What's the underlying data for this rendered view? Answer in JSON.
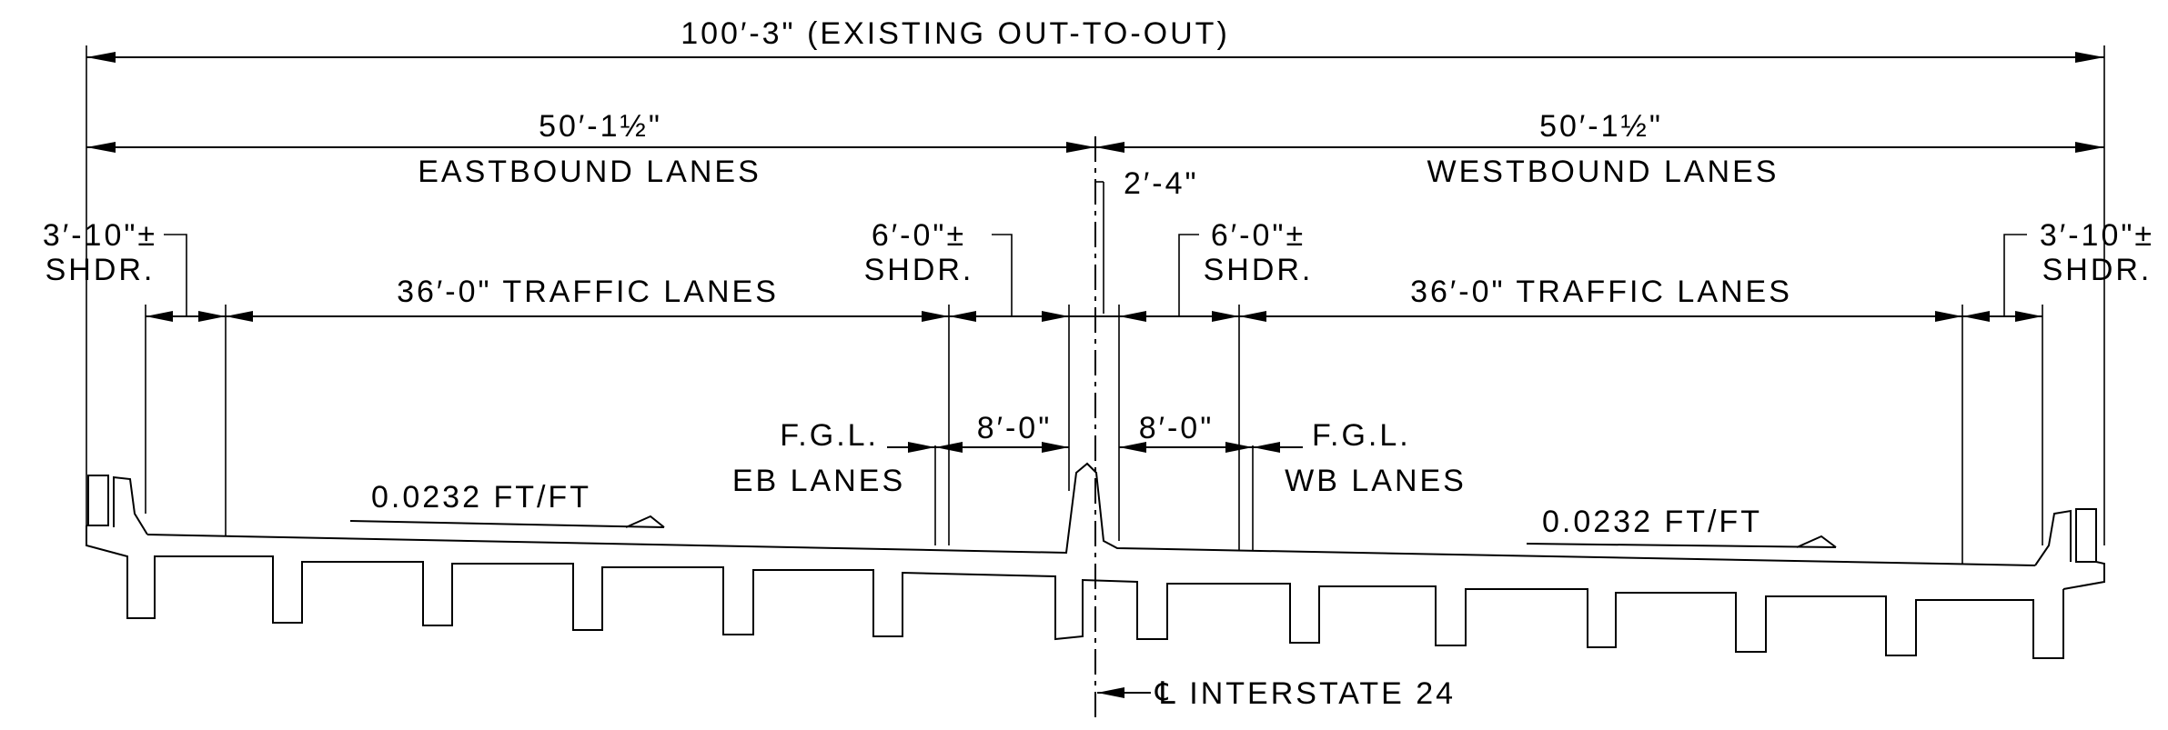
{
  "dims": {
    "overall": "100′-3\" (EXISTING OUT-TO-OUT)",
    "eb_half": "50′-1½\"",
    "wb_half": "50′-1½\"",
    "median": "2′-4\"",
    "shoulder_outer": "3′-10\"±",
    "shoulder_inner": "6′-0\"±",
    "shdr": "SHDR.",
    "traffic": "36′-0\" TRAFFIC LANES",
    "fgl_offset": "8′-0\""
  },
  "labels": {
    "eb_lanes": "EASTBOUND LANES",
    "wb_lanes": "WESTBOUND LANES",
    "fgl": "F.G.L.",
    "eb_short": "EB LANES",
    "wb_short": "WB LANES",
    "slope": "0.0232 FT/FT",
    "centerline": "℄ INTERSTATE 24"
  }
}
